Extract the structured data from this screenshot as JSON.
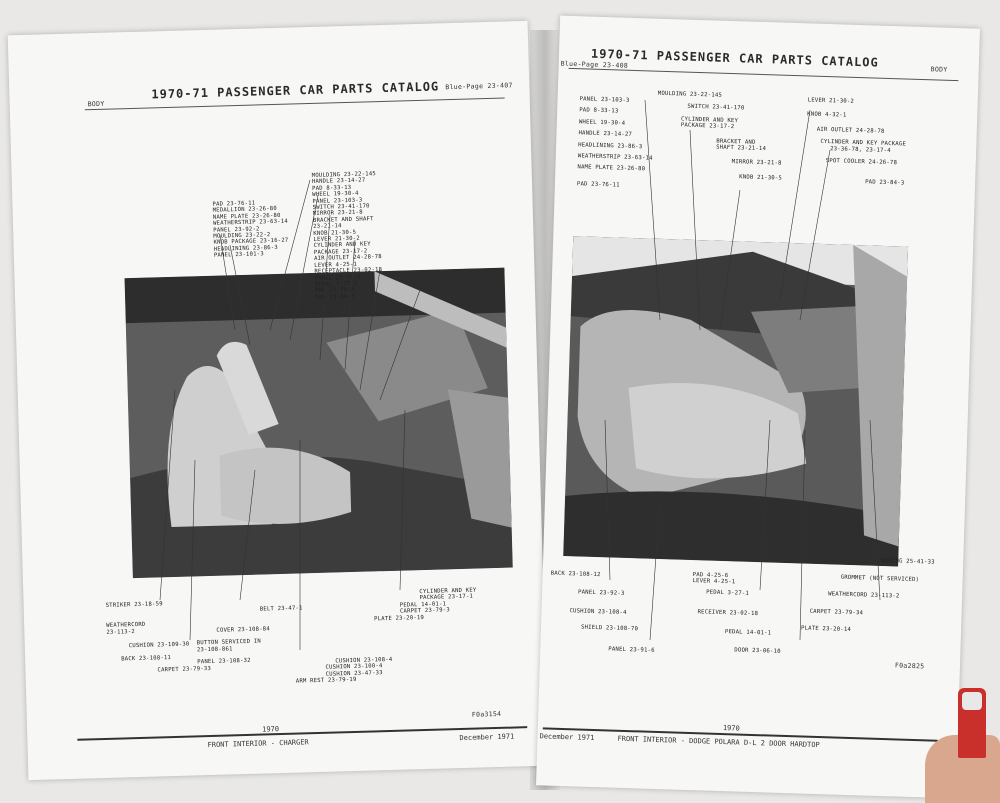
{
  "left_page": {
    "header_left": "BODY",
    "header_title": "1970-71 PASSENGER CAR PARTS CATALOG",
    "header_right": "Blue-Page 23-407",
    "labels_top": [
      "MOULDING 23-22-145",
      "HANDLE 23-14-27",
      "PAD 8-33-13",
      "WHEEL 19-30-4",
      "PANEL 23-103-3",
      "SWITCH 23-41-170",
      "MIRROR 23-21-8",
      "BRACKET AND SHAFT",
      "23-21-14",
      "KNOB 21-30-5",
      "LEVER 21-30-2",
      "CYLINDER AND KEY",
      "PACKAGE 23-17-2",
      "AIR OUTLET 24-28-78",
      "LEVER 4-25-1",
      "RECEPTACLE 23-02-18",
      "PANEL 23-91-6",
      "PEDAL 3-27-1",
      "PAD 23-78-8",
      "PAD 23-84-3"
    ],
    "labels_left": [
      "PAD 23-76-11",
      "MEDALLION 23-26-80",
      "NAME PLATE 23-26-80",
      "WEATHERSTRIP 23-63-14",
      "PANEL 23-92-2",
      "MOULDING 23-22-2",
      "KNOB PACKAGE 23-16-27",
      "HEADLINING 23-86-3",
      "PANEL 23-101-3"
    ],
    "labels_bottom": [
      "STRIKER 23-18-59",
      "WEATHERCORD",
      "23-113-2",
      "CUSHION 23-109-30",
      "BACK 23-108-11",
      "CARPET 23-79-33",
      "PANEL 23-108-32",
      "BUTTON SERVICED IN",
      "23-108-861",
      "COVER 23-108-84",
      "BELT 23-47-1",
      "ARM REST 23-79-19",
      "CUSHION 23-47-33",
      "CUSHION 23-108-4",
      "CUSHION 23-100-4",
      "PLATE 23-20-19",
      "CARPET 23-79-3",
      "PEDAL 14-01-1",
      "CYLINDER AND KEY",
      "PACKAGE 23-17-1"
    ],
    "fig_number": "F0a3154",
    "footer_year": "1970",
    "footer_title": "FRONT INTERIOR - CHARGER",
    "footer_date": "December 1971"
  },
  "right_page": {
    "header_left": "Blue-Page 23-408",
    "header_title": "1970-71 PASSENGER CAR PARTS CATALOG",
    "header_right": "BODY",
    "labels_top": [
      "PANEL 23-103-3",
      "PAD 8-33-13",
      "WHEEL 19-30-4",
      "HANDLE 23-14-27",
      "HEADLINING 23-86-3",
      "WEATHERSTRIP 23-63-14",
      "NAME PLATE 23-26-80",
      "PAD 23-76-11",
      "MOULDING 23-22-145",
      "SWITCH 23-41-170",
      "CYLINDER AND KEY",
      "PACKAGE 23-17-2",
      "BRACKET AND",
      "SHAFT 23-21-14",
      "MIRROR 23-21-8",
      "KNOB 21-30-5",
      "LEVER 21-30-2",
      "KNOB 4-32-1",
      "AIR OUTLET 24-28-78",
      "CYLINDER AND KEY PACKAGE",
      "23-36-78, 23-17-4",
      "SPOT COOLER 24-26-78",
      "PAD 23-84-3"
    ],
    "labels_bottom": [
      "BACK 23-108-12",
      "PANEL 23-92-3",
      "CUSHION 23-108-4",
      "SHIELD 23-108-70",
      "PANEL 23-91-6",
      "PAD 4-25-6",
      "LEVER 4-25-1",
      "PEDAL 3-27-1",
      "RECEIVER 23-02-18",
      "PEDAL 14-01-1",
      "DOOR 23-06-10",
      "PLATE 23-20-14",
      "CARPET 23-79-34",
      "WEATHERCORD 23-113-2",
      "GROMMET (NOT SERVICED)",
      "WIRING 25-41-33"
    ],
    "fig_number": "F0a2825",
    "footer_year": "1970",
    "footer_title": "FRONT INTERIOR - DODGE POLARA D-L 2 DOOR HARDTOP",
    "footer_date": "December 1971"
  }
}
